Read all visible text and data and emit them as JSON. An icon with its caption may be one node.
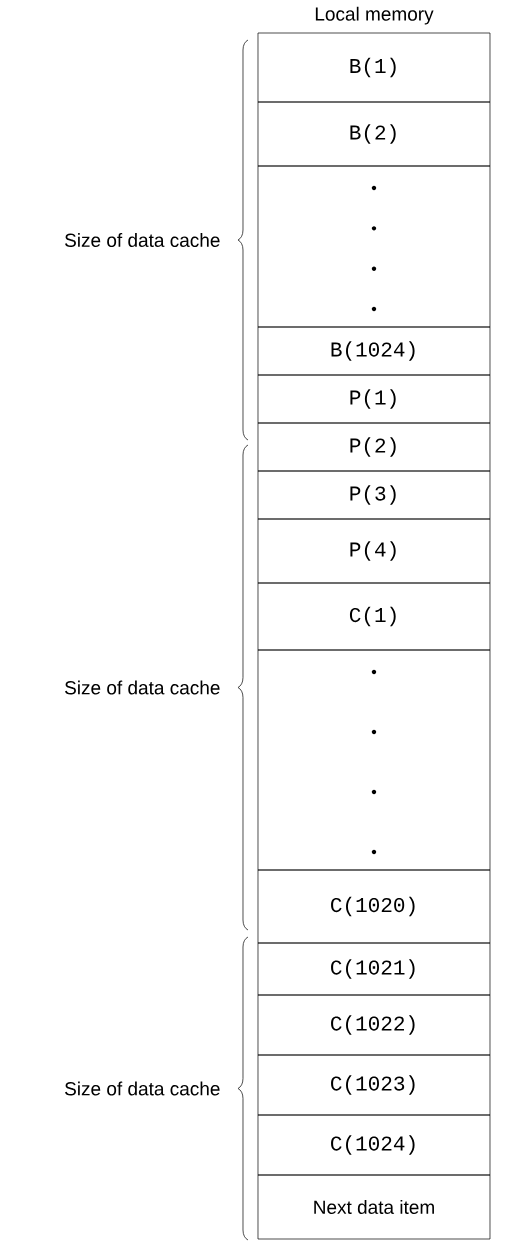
{
  "diagram": {
    "nodes": [
      {
        "text": [
          "B(1)"
        ]
      },
      {
        "text": [
          "B(2)"
        ]
      },
      {
        "text": [],
        "shape": "box"
      },
      {
        "text": [
          "B(1024)"
        ]
      },
      {
        "text": [
          "P(1)"
        ]
      },
      {
        "text": [
          "P(2)"
        ]
      },
      {
        "text": [
          "P(3)"
        ]
      },
      {
        "text": [
          "P(4)"
        ]
      },
      {
        "text": [
          "C(1)"
        ]
      },
      {
        "text": [],
        "shape": "box"
      },
      {
        "text": [
          "C(1020)"
        ]
      },
      {
        "text": [
          "C(1021)"
        ]
      },
      {
        "text": [
          "C(1022)"
        ]
      },
      {
        "text": [
          "C(1023)"
        ]
      },
      {
        "text": [
          "C(1024)"
        ]
      },
      {
        "text": [
          "Next data item"
        ]
      }
    ],
    "labels": [
      "Local memory",
      "Size of data cache",
      "Size of data cache",
      "Size of data cache"
    ]
  }
}
